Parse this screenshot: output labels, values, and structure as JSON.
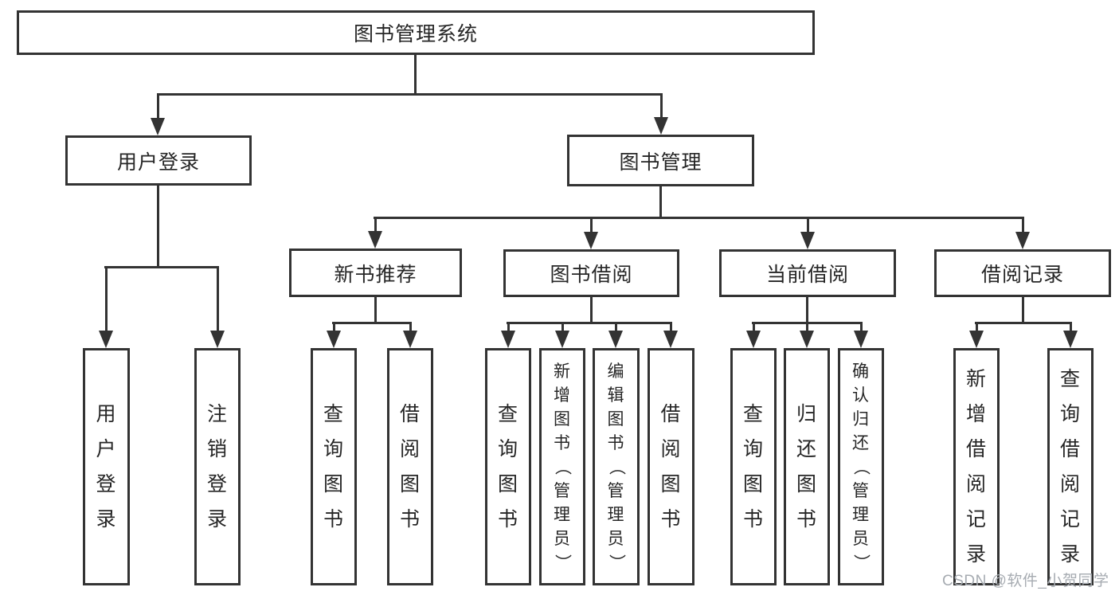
{
  "diagram": {
    "type": "hierarchy-tree",
    "colors": {
      "line": "#333333",
      "box_border": "#333333",
      "box_fill": "#ffffff",
      "text": "#262626",
      "watermark_text": "#a6abb1",
      "background": "#ffffff"
    },
    "nodes": {
      "root": "图书管理系统",
      "userLogin": "用户登录",
      "bookMgmt": "图书管理",
      "newBookRec": "新书推荐",
      "bookBorrow": "图书借阅",
      "currentBorrow": "当前借阅",
      "borrowRecord": "借阅记录"
    },
    "leaves": {
      "userLogin": [
        "用户登录",
        "注销登录"
      ],
      "newBookRec": [
        "查询图书",
        "借阅图书"
      ],
      "bookBorrow": [
        "查询图书",
        "新增图书（管理员）",
        "编辑图书（管理员）",
        "借阅图书"
      ],
      "currentBorrow": [
        "查询图书",
        "归还图书",
        "确认归还（管理员）"
      ],
      "borrowRecord": [
        "新增借阅记录",
        "查询借阅记录"
      ]
    },
    "watermark": "CSDN @软件_小贺同学"
  }
}
